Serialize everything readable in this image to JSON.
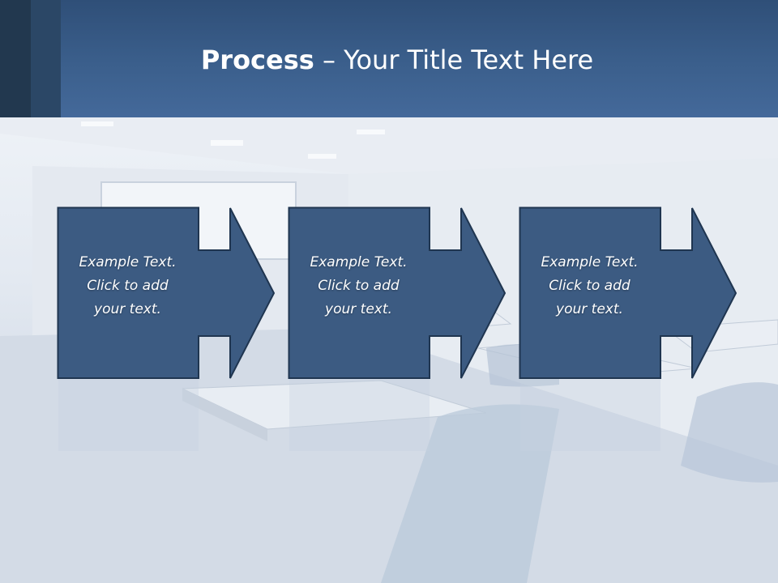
{
  "slide": {
    "title_bold": "Process",
    "title_rest": " – Your Title Text Here"
  },
  "steps": [
    {
      "line1": "Example Text.",
      "line2": "Click  to add",
      "line3": "your text."
    },
    {
      "line1": "Example Text.",
      "line2": "Click  to add",
      "line3": "your text."
    },
    {
      "line1": "Example Text.",
      "line2": "Click  to add",
      "line3": "your text."
    }
  ],
  "colors": {
    "header": "#3b5f8c",
    "header_dark": "#22384f",
    "step_fill": "#3c5b82",
    "step_stroke": "#1f3550",
    "background": "#dfe5ee"
  }
}
